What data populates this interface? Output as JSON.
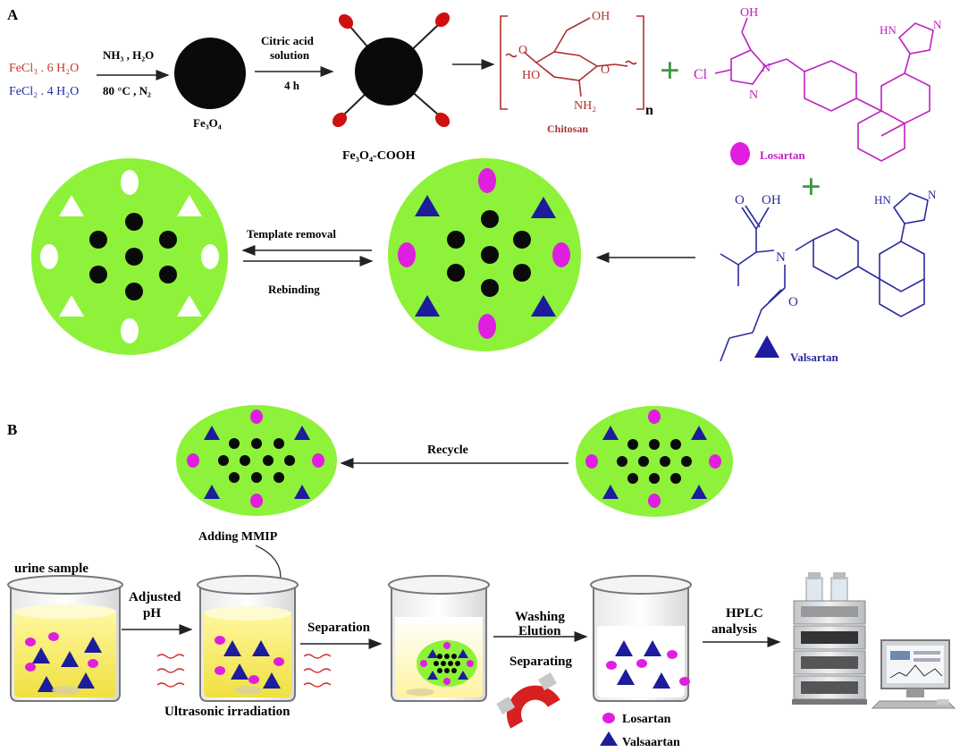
{
  "panel_a": {
    "label": "A",
    "reagent_fecl3": "FeCl₃ . 6 H₂O",
    "reagent_fecl2": "FeCl₂ . 4 H₂O",
    "cond1_line1": "NH₃ , H₂O",
    "cond1_line2": "80 °C , N₂",
    "fe3o4_label": "Fe₃O₄",
    "cond2_line1": "Citric acid",
    "cond2_line2": "solution",
    "cond2_line3": "4 h",
    "fe3o4_cooh_label": "Fe₃O₄-COOH",
    "chitosan_label": "Chitosan",
    "chitosan_oh": "OH",
    "chitosan_o_ring": "O",
    "chitosan_o_link": "O",
    "chitosan_ho": "HO",
    "chitosan_nh2": "NH₂",
    "chitosan_n": "n",
    "losartan_label": "Losartan",
    "losartan_oh": "OH",
    "losartan_cl": "Cl",
    "losartan_n1": "N",
    "losartan_n2": "N",
    "tetrazole_hn": "HN",
    "tetrazole_n": "N",
    "valsartan_label": "Valsartan",
    "valsartan_o1": "O",
    "valsartan_oh": "OH",
    "valsartan_n": "N",
    "valsartan_o2": "O",
    "plus": "+",
    "template_removal": "Template removal",
    "rebinding": "Rebinding",
    "colors": {
      "green": "#8ef23a",
      "magenta": "#e01ee0",
      "blue": "#1c1c9c",
      "red": "#c81414",
      "darkred": "#a83030",
      "plus": "#3a9a3a"
    }
  },
  "panel_b": {
    "label": "B",
    "recycle": "Recycle",
    "adding_mmip": "Adding MMIP",
    "urine_sample": "urine sample",
    "adjusted_line1": "Adjusted",
    "adjusted_line2": "pH",
    "separation": "Separation",
    "washing": "Washing",
    "elution": "Elution",
    "separating": "Separating",
    "hplc_line1": "HPLC",
    "hplc_line2": "analysis",
    "ultrasonic": "Ultrasonic irradiation",
    "legend_losartan": "Losartan",
    "legend_valsartan": "Valsaartan"
  }
}
